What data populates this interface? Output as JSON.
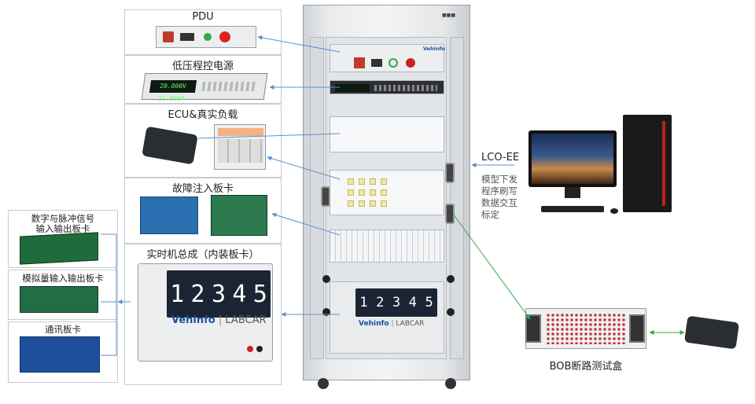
{
  "labels": {
    "pdu": "PDU",
    "power": "低压程控电源",
    "ecu": "ECU&真实负载",
    "fault": "故障注入板卡",
    "digital": "数字与脉冲信号",
    "digital2": "输入输出板卡",
    "analog": "模拟量输入输出板卡",
    "comm": "通讯板卡",
    "rt": "实时机总成（内装板卡）",
    "lcoee": "LCO-EE",
    "lco_desc": [
      "模型下发",
      "程序刷写",
      "数据交互",
      "标定"
    ],
    "bob": "BOB断路测试盒"
  },
  "labcar": {
    "brand_prefix": "Veh",
    "brand_suffix": "info",
    "product": "LABCAR",
    "digits": [
      "1",
      "2",
      "3",
      "4",
      "5"
    ]
  },
  "rack_brand": "Vehinfo",
  "colors": {
    "blue_arrow": "#5b8fd1",
    "green_arrow": "#2fa84a",
    "panel_border": "#c8cbcf"
  },
  "icons": [
    "pdu-device-image",
    "power-supply-image",
    "ecu-image",
    "fault-board-image",
    "computer-image",
    "bob-box-image"
  ]
}
